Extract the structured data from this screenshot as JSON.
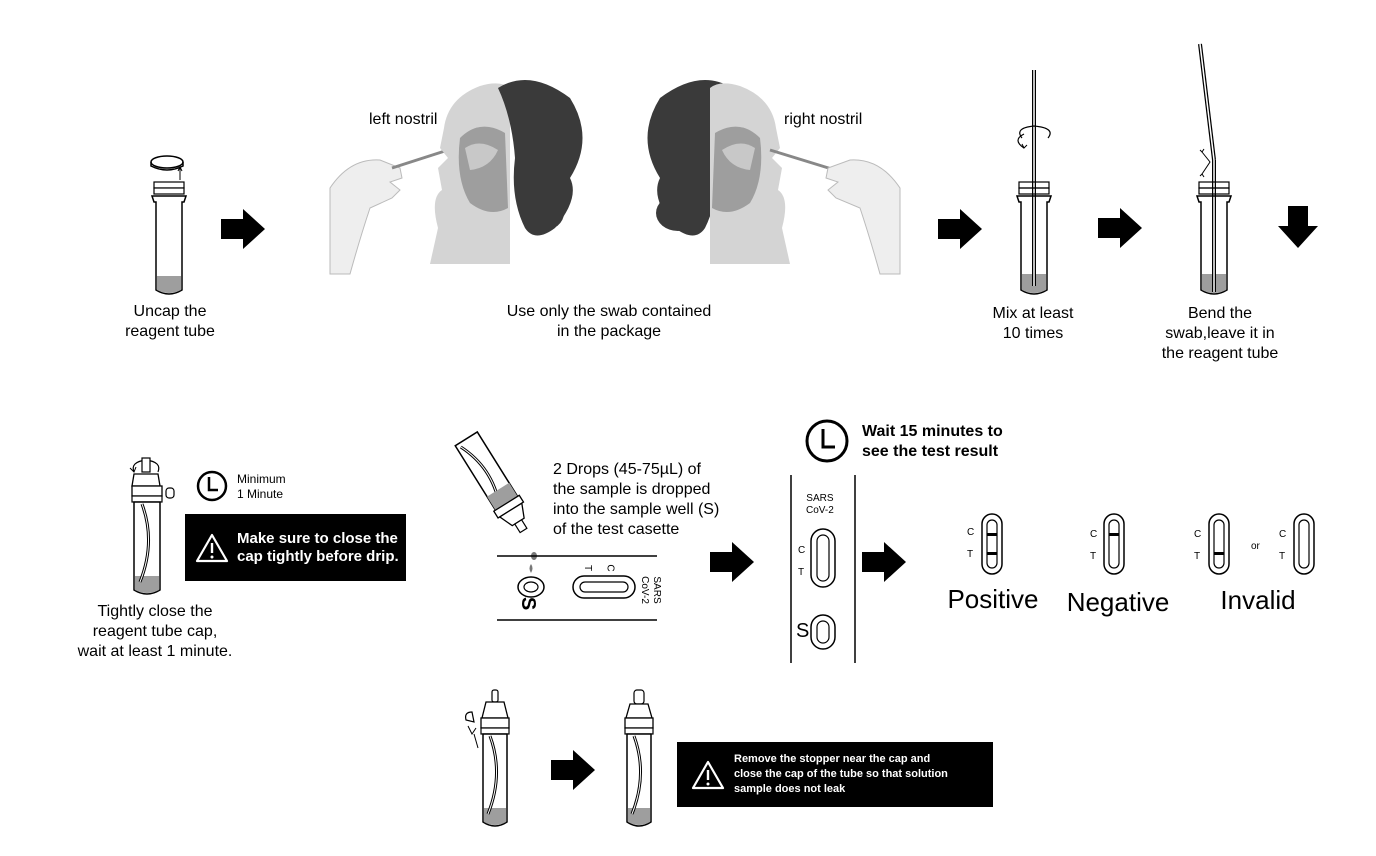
{
  "row1": {
    "uncap_caption": [
      "Uncap the",
      "reagent tube"
    ],
    "left_nostril": "left nostril",
    "right_nostril": "right nostril",
    "swab_caption": [
      "Use only the swab contained",
      "in the package"
    ],
    "mix_caption": [
      "Mix at least",
      "10 times"
    ],
    "bend_caption": [
      "Bend the",
      "swab,leave it in",
      "the reagent tube"
    ]
  },
  "row2": {
    "close_caption": [
      "Tightly close the",
      "reagent tube cap,",
      "wait at least 1 minute."
    ],
    "minimum_label": [
      "Minimum",
      "1 Minute"
    ],
    "warning_close": [
      "Make sure to close the",
      "cap tightly before drip."
    ],
    "drops_caption": [
      "2 Drops (45-75µL) of",
      "the sample is dropped",
      "into the sample well (S)",
      "of the test casette"
    ],
    "wait_caption": [
      "Wait 15 minutes to",
      "see the test result"
    ],
    "cassette": {
      "sars": [
        "SARS",
        "CoV-2"
      ],
      "c": "C",
      "t": "T",
      "s": "S"
    },
    "results": {
      "positive": "Positive",
      "negative": "Negative",
      "invalid": "Invalid",
      "or": "or",
      "c": "C",
      "t": "T"
    }
  },
  "row3": {
    "warning_stopper": [
      "Remove the stopper near the cap and",
      "close the cap of the tube so that solution",
      "sample does not leak"
    ]
  },
  "colors": {
    "ink": "#000000",
    "liquid": "#9e9e9e",
    "skin": "#d4d4d4",
    "hair": "#3a3a3a",
    "glove": "#eeeeee",
    "warning_bg": "#000000"
  }
}
